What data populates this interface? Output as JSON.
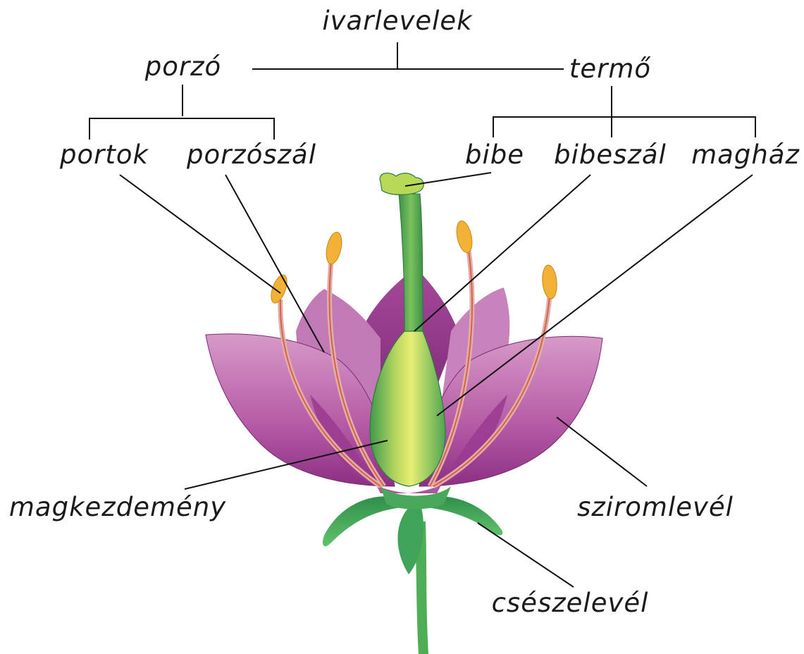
{
  "labels": {
    "ivarlevelek": "ivarlevelek",
    "porzo": "porzó",
    "termo": "termő",
    "portok": "portok",
    "porzoszal": "porzószál",
    "bibe": "bibe",
    "bibeszal": "bibeszál",
    "maghaz": "magház",
    "magkezdemeny": "magkezdemény",
    "sziromlevel": "sziromlevél",
    "csezelevel": "csészelevél"
  },
  "colors": {
    "petal_light": "#d08ac0",
    "petal_mid": "#b65aa6",
    "petal_dark": "#8a2d82",
    "pistil_light": "#e4ec6a",
    "pistil_green": "#5cb85a",
    "pistil_dark": "#2e8a44",
    "sepal": "#3aa55a",
    "stem": "#4caf50",
    "anther": "#f0b030",
    "filament": "#d9705a"
  }
}
